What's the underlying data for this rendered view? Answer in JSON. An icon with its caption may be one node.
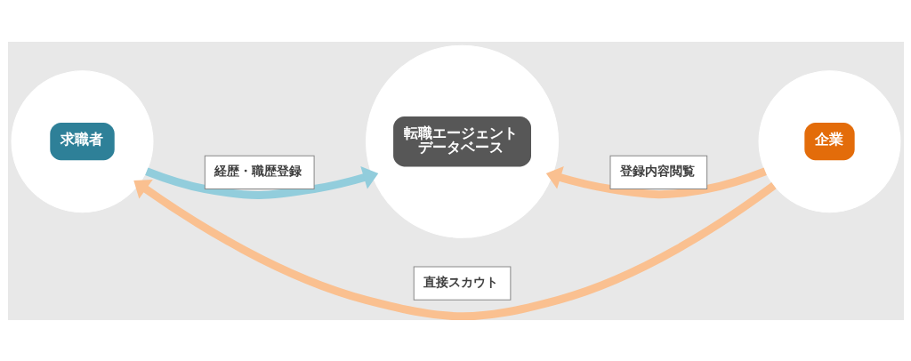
{
  "diagram": {
    "nodes": [
      {
        "text": [
          "求職者"
        ]
      },
      {
        "text": [
          "転職エージェントデータベース"
        ]
      },
      {
        "text": [
          "企業"
        ]
      }
    ],
    "edges": [
      {
        "from": 0,
        "to": 1,
        "arrow": "to",
        "label": "経歴・職歴登録",
        "color": "#92cddc"
      },
      {
        "from": 2,
        "to": 1,
        "arrow": "to",
        "label": "登録内容閲覧"
      },
      {
        "from": 2,
        "to": 0,
        "arrow": "to",
        "label": "直接スカウト"
      }
    ]
  }
}
